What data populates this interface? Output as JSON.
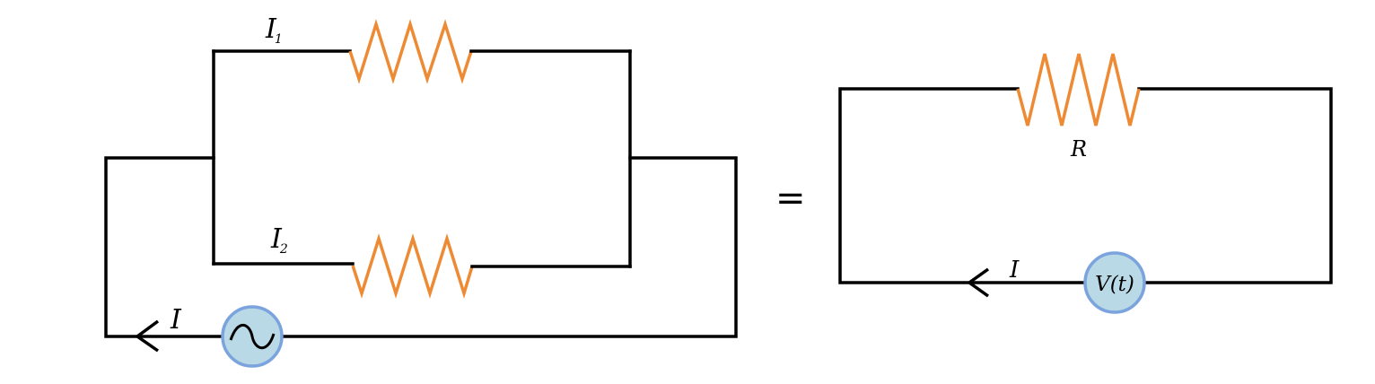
{
  "colors": {
    "wire": "#000000",
    "resistor": "#ee8a33",
    "source_fill": "#b9d9e6",
    "source_stroke": "#7ba3dd"
  },
  "left_circuit": {
    "branch_top": {
      "current_main": "I",
      "current_sub": "1",
      "resistor_icon": "zigzag-resistor-icon"
    },
    "branch_bottom": {
      "current_main": "I",
      "current_sub": "2",
      "resistor_icon": "zigzag-resistor-icon"
    },
    "source": {
      "icon": "ac-sine-source-icon"
    },
    "current_label": "I",
    "arrow_icon": "arrow-left-icon"
  },
  "equals_sign": "=",
  "right_circuit": {
    "resistor_label": "R",
    "source_label": "V(t)",
    "current_label": "I",
    "arrow_icon": "arrow-left-icon"
  }
}
